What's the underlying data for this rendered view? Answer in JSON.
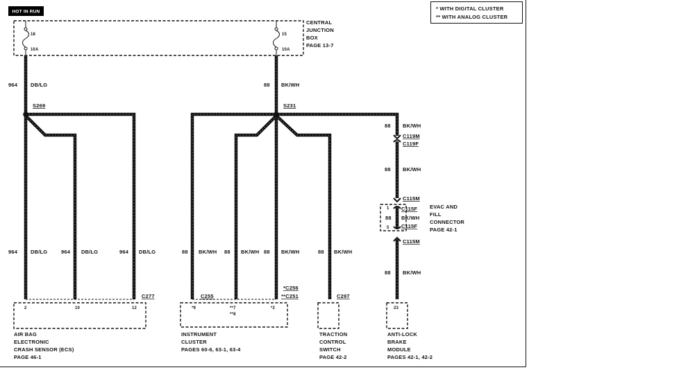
{
  "header": {
    "power_label": "HOT IN RUN"
  },
  "legend": {
    "digital": "* WITH DIGITAL CLUSTER",
    "analog": "** WITH ANALOG CLUSTER"
  },
  "colors": {
    "wire": "#111111",
    "badge": "#000000"
  },
  "central_junction_box": {
    "label": [
      "CENTRAL",
      "JUNCTION",
      "BOX"
    ],
    "page": "PAGE 13-7",
    "fuses": [
      {
        "number": "18",
        "rating": "10A"
      },
      {
        "number": "15",
        "rating": "10A"
      }
    ]
  },
  "splices": {
    "left": "S269",
    "right": "S231"
  },
  "circuits": {
    "s269_feed": {
      "circuit": "964",
      "color": "DB/LG"
    },
    "ecs_pin_2": {
      "circuit": "964",
      "color": "DB/LG"
    },
    "ecs_pin_10": {
      "circuit": "964",
      "color": "DB/LG"
    },
    "ecs_pin_12": {
      "circuit": "964",
      "color": "DB/LG"
    },
    "s231_feed": {
      "circuit": "88",
      "color": "BK/WH"
    },
    "cluster_pin_9": {
      "circuit": "88",
      "color": "BK/WH"
    },
    "cluster_pin_7": {
      "circuit": "88",
      "color": "BK/WH"
    },
    "cluster_pin_2": {
      "circuit": "88",
      "color": "BK/WH"
    },
    "traction_switch": {
      "circuit": "88",
      "color": "BK/WH"
    },
    "to_c119": {
      "circuit": "88",
      "color": "BK/WH"
    },
    "c119_to_c115": {
      "circuit": "88",
      "color": "BK/WH"
    },
    "evac_fill": {
      "circuit": "88",
      "color": "BK/WH"
    },
    "to_abs": {
      "circuit": "88",
      "color": "BK/WH"
    }
  },
  "inline_connectors": {
    "c119_male": "C119M",
    "c119_female": "C119F",
    "c115_male_upper": "C115M",
    "c115_female_upper": "C115F",
    "c115_female_lower": "C115F",
    "c115_male_lower": "C115M"
  },
  "components": {
    "air_bag_sensor": {
      "connector": "C277",
      "pins": [
        "2",
        "10",
        "12"
      ],
      "label": [
        "AIR BAG",
        "ELECTRONIC",
        "CRASH SENSOR (ECS)"
      ],
      "page": "PAGE 46-1"
    },
    "instrument_cluster": {
      "connector": "C255",
      "connector_digital": "*C256",
      "connector_analog": "**C251",
      "pins": [
        "*9",
        "**7",
        "**8",
        "*2"
      ],
      "label": [
        "INSTRUMENT",
        "CLUSTER"
      ],
      "page": "PAGES 60-6, 63-1, 63-4"
    },
    "traction_control_switch": {
      "connector": "C297",
      "label": [
        "TRACTION",
        "CONTROL",
        "SWITCH"
      ],
      "page": "PAGE 42-2"
    },
    "evac_fill_connector": {
      "pins": [
        "1",
        "5"
      ],
      "label": [
        "EVAC AND",
        "FILL",
        "CONNECTOR"
      ],
      "page": "PAGE 42-1"
    },
    "anti_lock_brake_module": {
      "pins": [
        "23"
      ],
      "label": [
        "ANTI-LOCK",
        "BRAKE",
        "MODULE"
      ],
      "page": "PAGES 42-1, 42-2"
    }
  }
}
